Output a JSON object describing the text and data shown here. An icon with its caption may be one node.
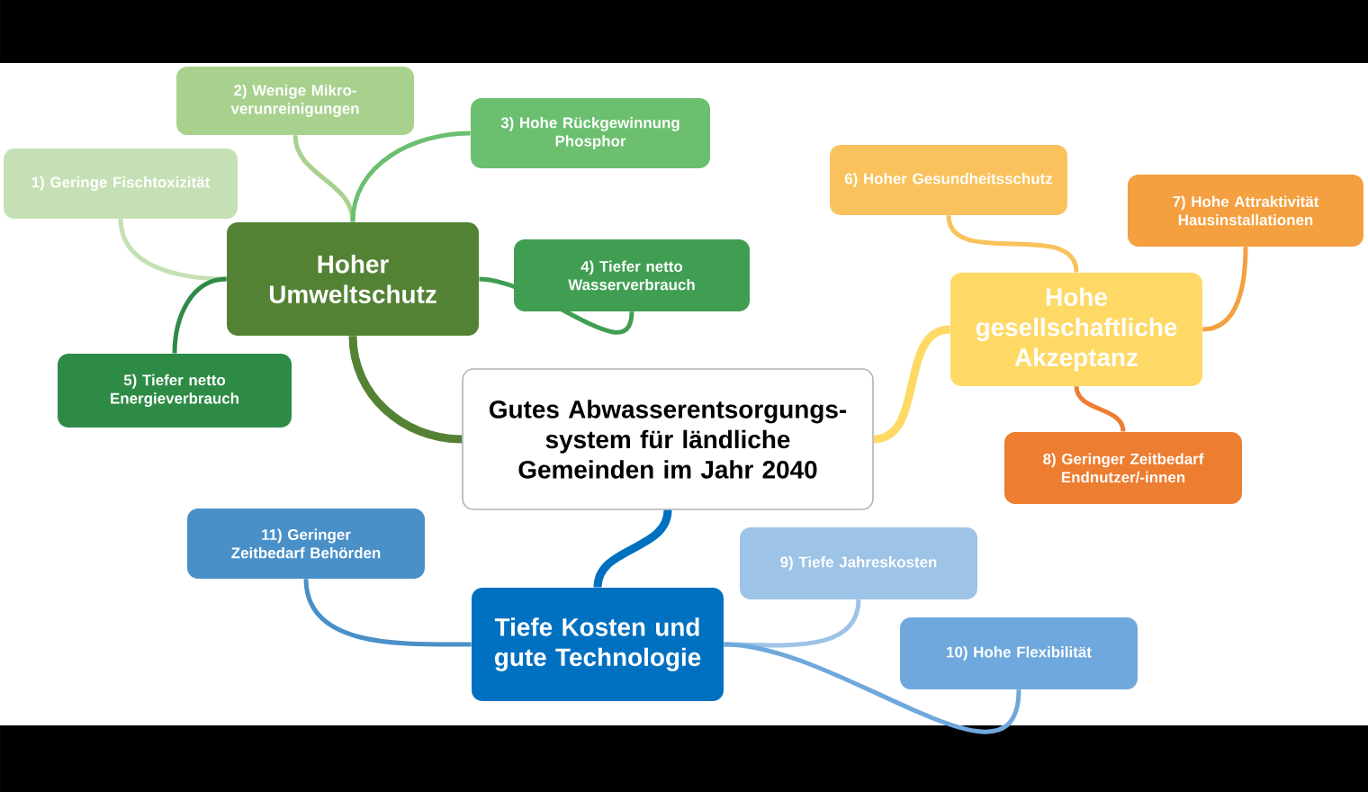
{
  "diagram": {
    "nodes": [
      {
        "text": [
          "Gutes Abwasserentsorgungs- system für ländliche Gemeinden im Jahr 2040"
        ]
      },
      {
        "text": [
          "Hoher Umweltschutz"
        ]
      },
      {
        "text": [
          "1) Geringe Fischtoxizität"
        ]
      },
      {
        "text": [
          "2) Wenige Mikro- verunreinigungen"
        ]
      },
      {
        "text": [
          "3) Hohe Rückgewinnung Phosphor"
        ]
      },
      {
        "text": [
          "4) Tiefer netto Wasserverbrauch"
        ]
      },
      {
        "text": [
          "5) Tiefer netto Energieverbrauch"
        ]
      },
      {
        "text": [
          "Hohe gesellschaftliche Akzeptanz"
        ]
      },
      {
        "text": [
          "6) Hoher Gesundheitsschutz"
        ]
      },
      {
        "text": [
          "7) Hohe Attraktivität Hausinstallationen"
        ]
      },
      {
        "text": [
          "8) Geringer Zeitbedarf Endnutzer/-innen"
        ]
      },
      {
        "text": [
          "Tiefe Kosten und gute Technologie"
        ]
      },
      {
        "text": [
          "9) Tiefe Jahreskosten"
        ]
      },
      {
        "text": [
          "10) Hohe Flexibilität"
        ]
      },
      {
        "text": [
          "11) Geringer Zeitbedarf Behörden"
        ]
      }
    ],
    "edges": [
      {
        "from": 0,
        "to": 1,
        "arrow": "none",
        "style": "thick",
        "color": "#548235"
      },
      {
        "from": 1,
        "to": 2,
        "arrow": "none",
        "color": "#c5e0b4"
      },
      {
        "from": 1,
        "to": 3,
        "arrow": "none",
        "color": "#a9d18e"
      },
      {
        "from": 1,
        "to": 4,
        "arrow": "none",
        "color": "#6bbf6f"
      },
      {
        "from": 1,
        "to": 5,
        "arrow": "none",
        "color": "#3f9e52"
      },
      {
        "from": 1,
        "to": 6,
        "arrow": "none",
        "color": "#2e8b46"
      },
      {
        "from": 0,
        "to": 7,
        "arrow": "none",
        "style": "thick",
        "color": "#ffd966"
      },
      {
        "from": 7,
        "to": 8,
        "arrow": "none",
        "color": "#f9c25c"
      },
      {
        "from": 7,
        "to": 9,
        "arrow": "none",
        "color": "#f4a040"
      },
      {
        "from": 7,
        "to": 10,
        "arrow": "none",
        "color": "#ed7d31"
      },
      {
        "from": 0,
        "to": 11,
        "arrow": "none",
        "style": "thick",
        "color": "#0070c0"
      },
      {
        "from": 11,
        "to": 12,
        "arrow": "none",
        "color": "#9dc3e6"
      },
      {
        "from": 11,
        "to": 13,
        "arrow": "none",
        "color": "#6fa8dc"
      },
      {
        "from": 11,
        "to": 14,
        "arrow": "none",
        "color": "#4a90c8"
      }
    ]
  }
}
